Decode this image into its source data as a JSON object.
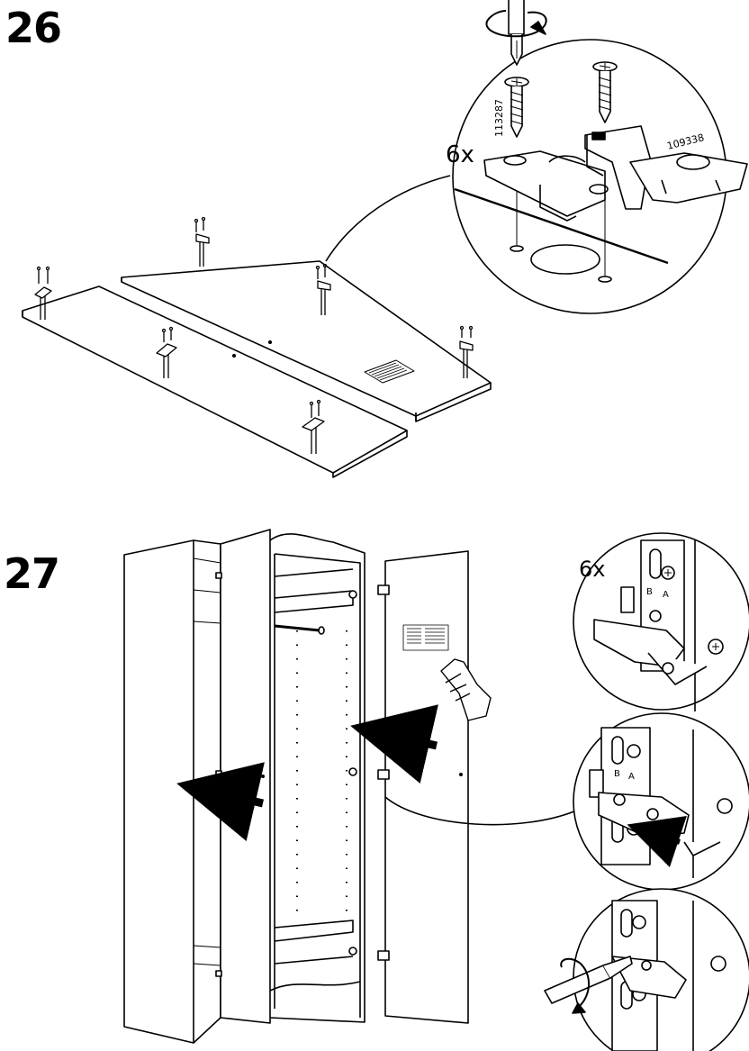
{
  "step_26": {
    "number": "26",
    "quantity": "6x",
    "part_screw": "113287",
    "part_hinge": "109338"
  },
  "step_27": {
    "number": "27",
    "quantity": "6x",
    "hinge_labels": [
      "B",
      "A"
    ]
  }
}
